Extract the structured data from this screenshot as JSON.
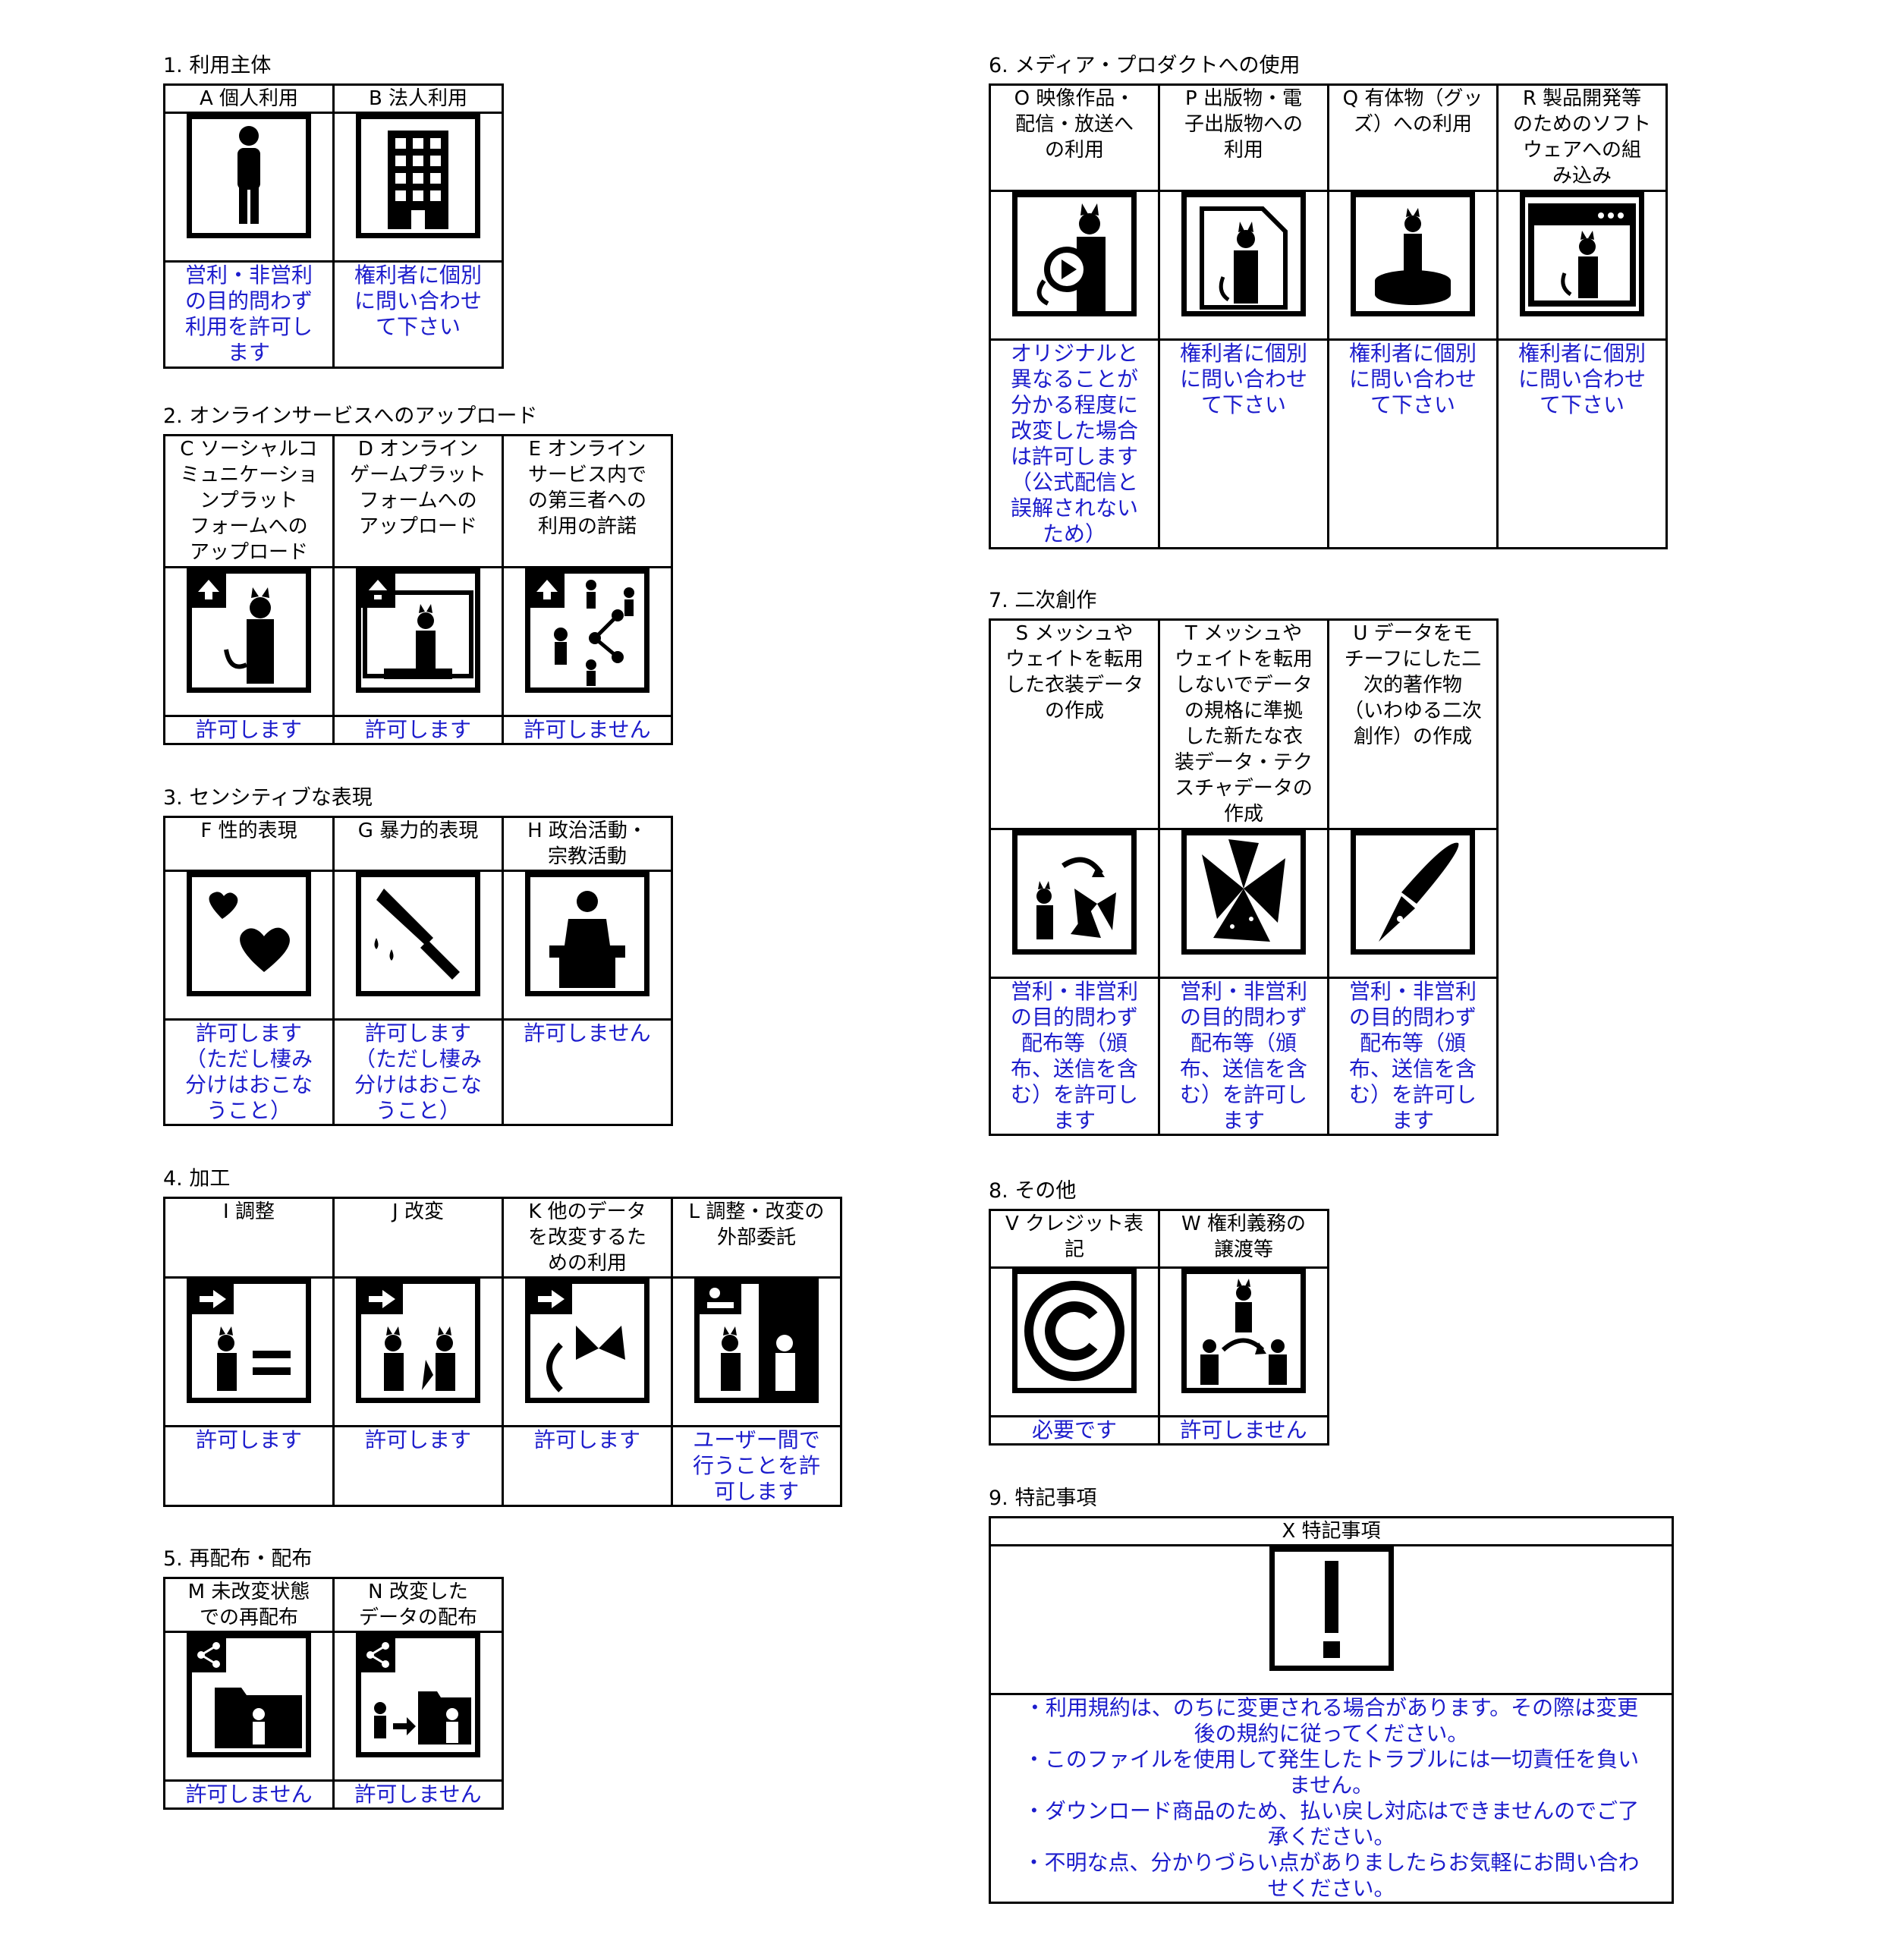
{
  "sections": [
    {
      "title": "1. 利用主体",
      "cols": [
        {
          "label": "A 個人利用",
          "icon": "person-icon",
          "answer": "営利・非営利\nの目的問わず\n利用を許可し\nます"
        },
        {
          "label": "B 法人利用",
          "icon": "building-icon",
          "answer": "権利者に個別\nに問い合わせ\nて下さい"
        }
      ]
    },
    {
      "title": "2. オンラインサービスへのアップロード",
      "cols": [
        {
          "label": "C ソーシャルコ\nミュニケーショ\nンプラット\nフォームへの\nアップロード",
          "icon": "upload-avatar-icon",
          "answer": "許可します"
        },
        {
          "label": "D オンライン\nゲームプラット\nフォームへの\nアップロード",
          "icon": "upload-game-icon",
          "answer": "許可します"
        },
        {
          "label": "E オンライン\nサービス内で\nの第三者への\n利用の許諾",
          "icon": "share-third-party-icon",
          "answer": "許可しません"
        }
      ]
    },
    {
      "title": "3. センシティブな表現",
      "cols": [
        {
          "label": "F 性的表現",
          "icon": "hearts-icon",
          "answer": "許可します\n（ただし棲み\n分けはおこな\nうこと）"
        },
        {
          "label": "G 暴力的表現",
          "icon": "knife-icon",
          "answer": "許可します\n（ただし棲み\n分けはおこな\nうこと）"
        },
        {
          "label": "H 政治活動・\n宗教活動",
          "icon": "podium-icon",
          "answer": "許可しません"
        }
      ]
    },
    {
      "title": "4. 加工",
      "cols": [
        {
          "label": "I 調整",
          "icon": "adjust-icon",
          "answer": "許可します"
        },
        {
          "label": "J 改変",
          "icon": "modify-icon",
          "answer": "許可します"
        },
        {
          "label": "K 他のデータ\nを改変するた\nめの利用",
          "icon": "parts-use-icon",
          "answer": "許可します"
        },
        {
          "label": "L 調整・改変の\n外部委託",
          "icon": "outsource-icon",
          "answer": "ユーザー間で\n行うことを許\n可します"
        }
      ]
    },
    {
      "title": "5. 再配布・配布",
      "cols": [
        {
          "label": "M 未改変状態\nでの再配布",
          "icon": "redistribute-icon",
          "answer": "許可しません"
        },
        {
          "label": "N 改変した\nデータの配布",
          "icon": "distribute-modified-icon",
          "answer": "許可しません"
        }
      ]
    },
    {
      "title": "6. メディア・プロダクトへの使用",
      "cols": [
        {
          "label": "O 映像作品・\n配信・放送へ\nの利用",
          "icon": "video-icon",
          "answer": "オリジナルと\n異なることが\n分かる程度に\n改変した場合\nは許可します\n（公式配信と\n誤解されない\nため）"
        },
        {
          "label": "P 出版物・電\n子出版物への\n利用",
          "icon": "publication-icon",
          "answer": "権利者に個別\nに問い合わせ\nて下さい"
        },
        {
          "label": "Q 有体物（グッ\nズ）への利用",
          "icon": "figure-goods-icon",
          "answer": "権利者に個別\nに問い合わせ\nて下さい"
        },
        {
          "label": "R 製品開発等\nのためのソフト\nウェアへの組\nみ込み",
          "icon": "software-icon",
          "answer": "権利者に個別\nに問い合わせ\nて下さい"
        }
      ]
    },
    {
      "title": "7. 二次創作",
      "cols": [
        {
          "label": "S メッシュや\nウェイトを転用\nした衣装データ\nの作成",
          "icon": "mesh-transfer-icon",
          "answer": "営利・非営利\nの目的問わず\n配布等（頒\n布、送信を含\nむ）を許可し\nます"
        },
        {
          "label": "T メッシュや\nウェイトを転用\nしないでデータ\nの規格に準拠\nした新たな衣\n装データ・テク\nスチャデータの\n作成",
          "icon": "new-clothing-icon",
          "answer": "営利・非営利\nの目的問わず\n配布等（頒\n布、送信を含\nむ）を許可し\nます"
        },
        {
          "label": "U データをモ\nチーフにした二\n次的著作物\n（いわゆる二次\n創作）の作成",
          "icon": "pen-icon",
          "answer": "営利・非営利\nの目的問わず\n配布等（頒\n布、送信を含\nむ）を許可し\nます"
        }
      ]
    },
    {
      "title": "8. その他",
      "cols": [
        {
          "label": "V クレジット表\n記",
          "icon": "copyright-icon",
          "answer": "必要です"
        },
        {
          "label": "W 権利義務の\n譲渡等",
          "icon": "transfer-rights-icon",
          "answer": "許可しません"
        }
      ]
    },
    {
      "title": "9. 特記事項",
      "special": {
        "label": "X 特記事項",
        "icon": "exclamation-icon",
        "notes": "・利用規約は、のちに変更される場合があります。その際は変更\n後の規約に従ってください。\n・このファイルを使用して発生したトラブルには一切責任を負い\nません。\n・ダウンロード商品のため、払い戻し対応はできませんのでご了\n承ください。\n・不明な点、分かりづらい点がありましたらお気軽にお問い合わ\nせください。"
      }
    }
  ]
}
